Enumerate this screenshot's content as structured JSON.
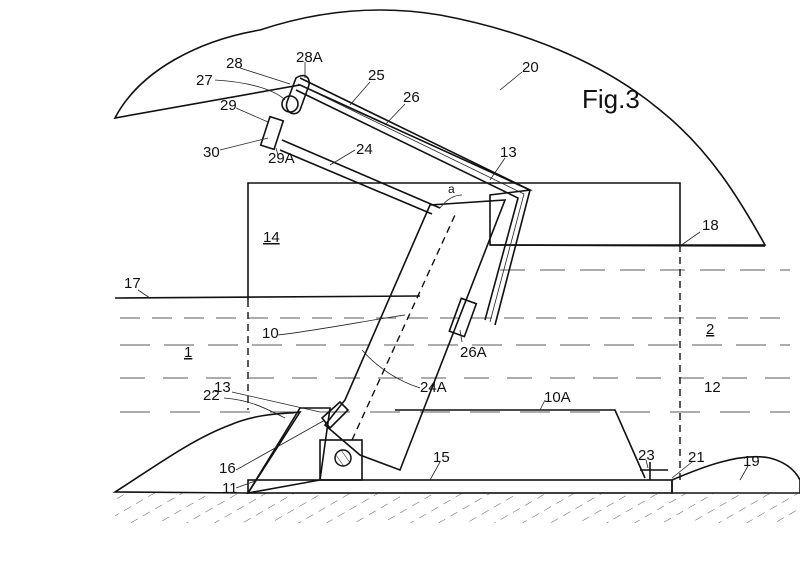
{
  "figure": {
    "title": "Fig.3",
    "labels": {
      "l20": "20",
      "l28": "28",
      "l28a": "28A",
      "l25": "25",
      "l26": "26",
      "l27": "27",
      "l29": "29",
      "l30": "30",
      "l29a": "29A",
      "l24": "24",
      "l13top": "13",
      "la": "a",
      "l14": "14",
      "l18": "18",
      "l17": "17",
      "l10": "10",
      "l2": "2",
      "l1": "1",
      "l26a": "26A",
      "l13low": "13",
      "l24a": "24A",
      "l10a": "10A",
      "l12": "12",
      "l22": "22",
      "l16": "16",
      "l23": "23",
      "l21": "21",
      "l19": "19",
      "l11": "11",
      "l15": "15"
    }
  }
}
